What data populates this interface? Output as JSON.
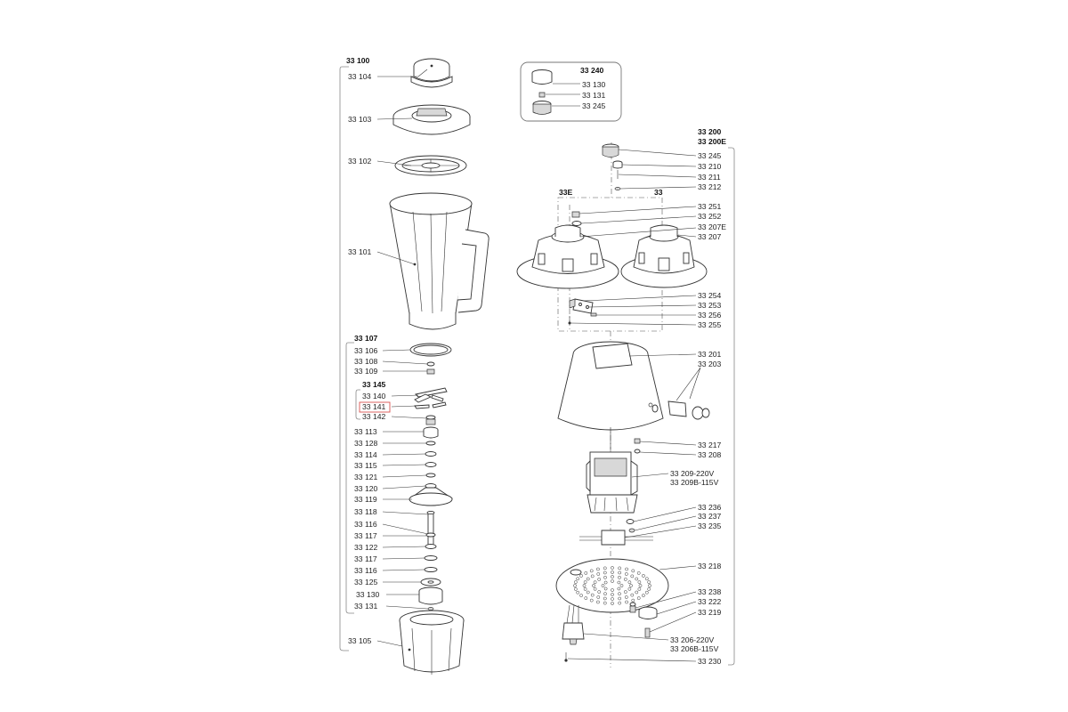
{
  "groups": {
    "jar_assembly": "33 100",
    "blade_assembly": "33 107",
    "blade_sub": "33 145",
    "coupling_kit": "33 240",
    "base_assembly_1": "33 200",
    "base_assembly_2": "33 200E",
    "variant_e": "33E",
    "variant_std": "33"
  },
  "left_labels": {
    "l33104": "33 104",
    "l33103": "33 103",
    "l33102": "33 102",
    "l33101": "33 101",
    "l33106": "33 106",
    "l33108": "33 108",
    "l33109": "33 109",
    "l33140": "33 140",
    "l33141": "33 141",
    "l33142": "33 142",
    "l33113": "33 113",
    "l33128": "33 128",
    "l33114": "33 114",
    "l33115": "33 115",
    "l33121": "33 121",
    "l33120": "33 120",
    "l33119": "33 119",
    "l33118": "33 118",
    "l33116a": "33 116",
    "l33117a": "33 117",
    "l33122": "33 122",
    "l33117b": "33 117",
    "l33116b": "33 116",
    "l33125": "33 125",
    "l33130": "33 130",
    "l33131": "33 131",
    "l33105": "33 105"
  },
  "kit_labels": {
    "k33130": "33 130",
    "k33131": "33 131",
    "k33245": "33 245"
  },
  "right_labels": {
    "r33245": "33 245",
    "r33210": "33 210",
    "r33211": "33 211",
    "r33212": "33 212",
    "r33251": "33 251",
    "r33252": "33 252",
    "r33207E": "33 207E",
    "r33207": "33 207",
    "r33254": "33 254",
    "r33253": "33 253",
    "r33256": "33 256",
    "r33255": "33 255",
    "r33201": "33 201",
    "r33203": "33 203",
    "r33217": "33 217",
    "r33208": "33 208",
    "r33209a": "33 209-220V",
    "r33209b": "33 209B-115V",
    "r33236": "33 236",
    "r33237": "33 237",
    "r33235": "33 235",
    "r33218": "33 218",
    "r33238": "33 238",
    "r33222": "33 222",
    "r33219": "33 219",
    "r33206a": "33 206-220V",
    "r33206b": "33 206B-115V",
    "r33230": "33 230"
  },
  "colors": {
    "line": "#333333",
    "bracket": "#888888",
    "highlight": "#d9534f"
  }
}
